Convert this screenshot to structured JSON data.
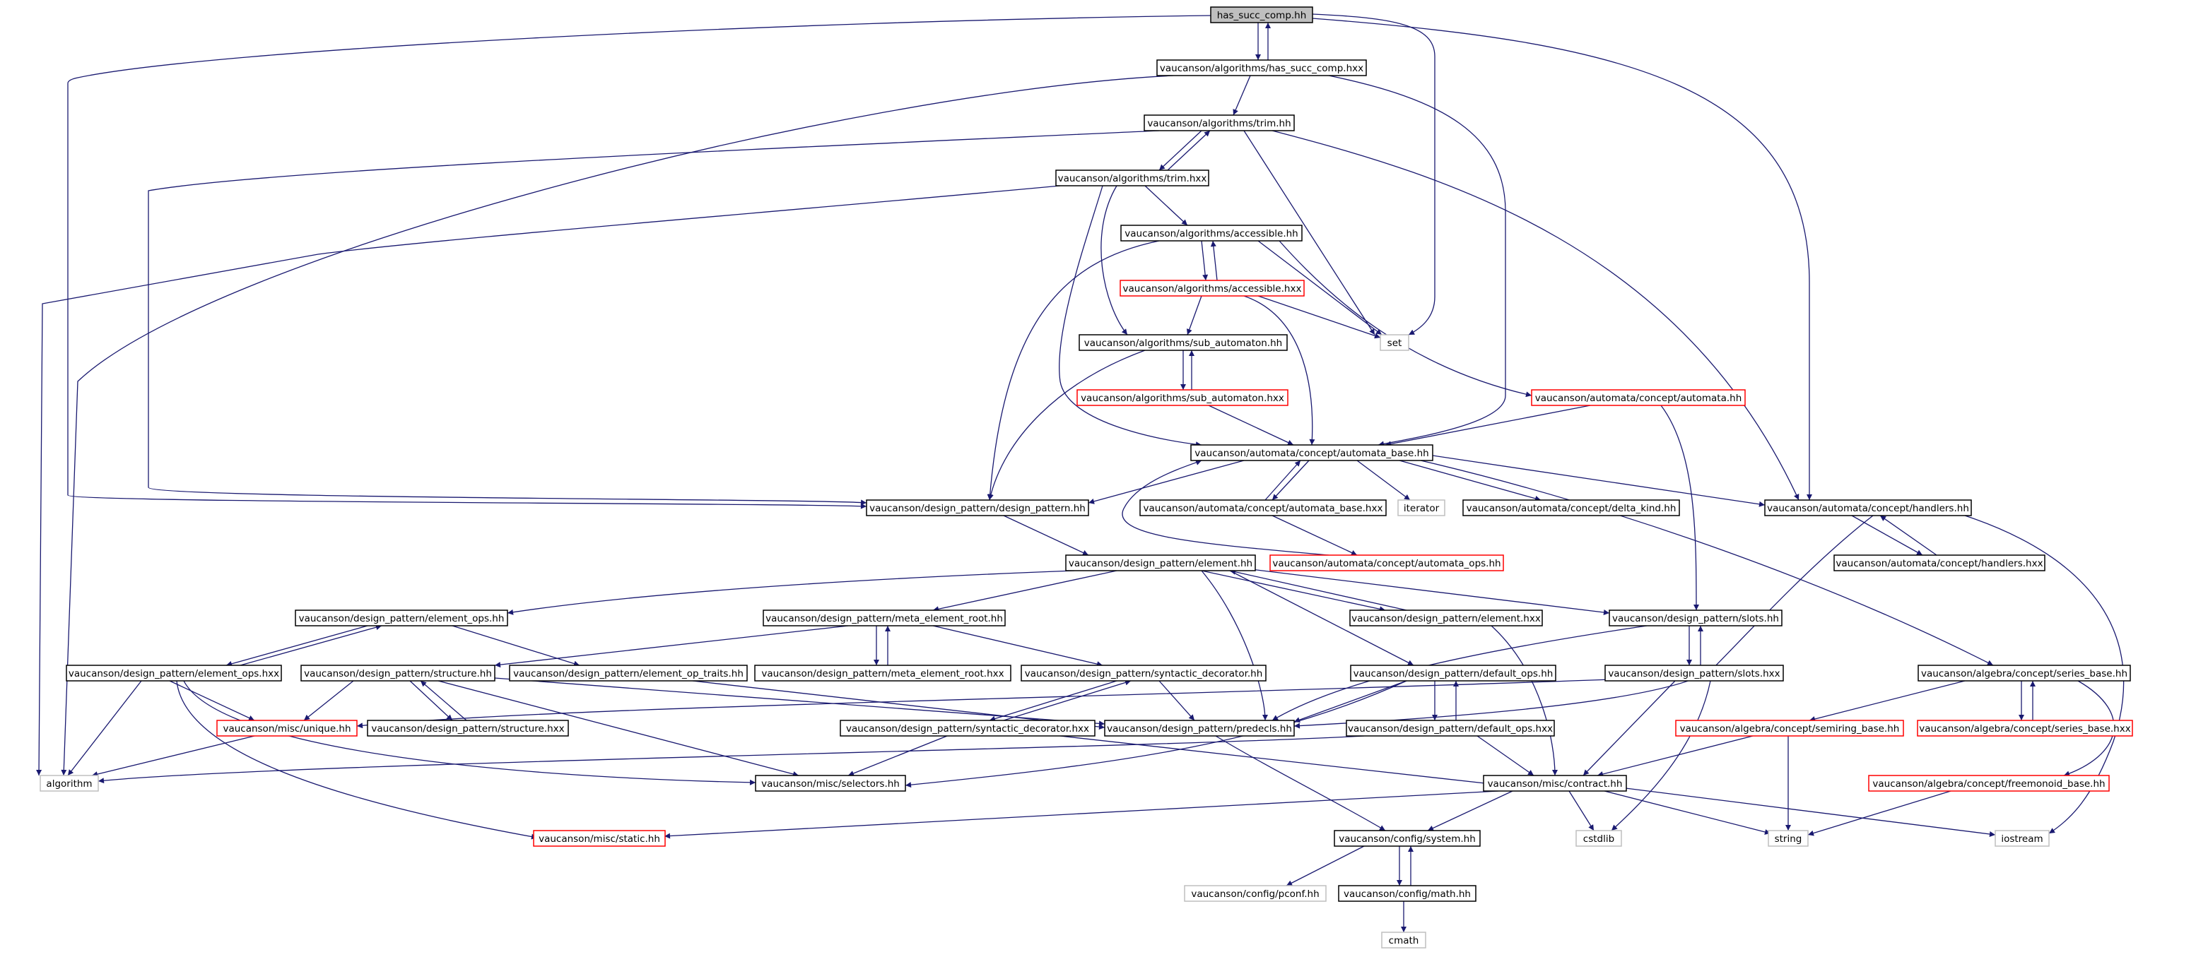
{
  "colors": {
    "edge": "#191970",
    "box_normal": "#000000",
    "box_red": "#ff0000",
    "box_gray": "#bfbfbf",
    "root_fill": "#bfbfbf",
    "text": "#000000"
  },
  "nodes": {
    "n_root": "has_succ_comp.hh",
    "n_hsc_hxx": "vaucanson/algorithms/has_succ_comp.hxx",
    "n_trim_hh": "vaucanson/algorithms/trim.hh",
    "n_trim_hxx": "vaucanson/algorithms/trim.hxx",
    "n_acc_hh": "vaucanson/algorithms/accessible.hh",
    "n_acc_hxx": "vaucanson/algorithms/accessible.hxx",
    "n_set": "set",
    "n_sub_hh": "vaucanson/algorithms/sub_automaton.hh",
    "n_sub_hxx": "vaucanson/algorithms/sub_automaton.hxx",
    "n_automata_hh": "vaucanson/automata/concept/automata.hh",
    "n_ab_hh": "vaucanson/automata/concept/automata_base.hh",
    "n_dp_hh": "vaucanson/design_pattern/design_pattern.hh",
    "n_ab_hxx": "vaucanson/automata/concept/automata_base.hxx",
    "n_iterator": "iterator",
    "n_delta": "vaucanson/automata/concept/delta_kind.hh",
    "n_handlers_hh": "vaucanson/automata/concept/handlers.hh",
    "n_handlers_hxx": "vaucanson/automata/concept/handlers.hxx",
    "n_ops_hh": "vaucanson/automata/concept/automata_ops.hh",
    "n_elem_hh": "vaucanson/design_pattern/element.hh",
    "n_eops_hh": "vaucanson/design_pattern/element_ops.hh",
    "n_mer_hh": "vaucanson/design_pattern/meta_element_root.hh",
    "n_elem_hxx": "vaucanson/design_pattern/element.hxx",
    "n_slots_hh": "vaucanson/design_pattern/slots.hh",
    "n_eops_hxx": "vaucanson/design_pattern/element_ops.hxx",
    "n_struct_hh": "vaucanson/design_pattern/structure.hh",
    "n_eot_hh": "vaucanson/design_pattern/element_op_traits.hh",
    "n_mer_hxx": "vaucanson/design_pattern/meta_element_root.hxx",
    "n_synt_hh": "vaucanson/design_pattern/syntactic_decorator.hh",
    "n_dops_hh": "vaucanson/design_pattern/default_ops.hh",
    "n_slots_hxx": "vaucanson/design_pattern/slots.hxx",
    "n_sb_hh": "vaucanson/algebra/concept/series_base.hh",
    "n_unique": "vaucanson/misc/unique.hh",
    "n_struct_hxx": "vaucanson/design_pattern/structure.hxx",
    "n_synt_hxx": "vaucanson/design_pattern/syntactic_decorator.hxx",
    "n_predecls": "vaucanson/design_pattern/predecls.hh",
    "n_dops_hxx": "vaucanson/design_pattern/default_ops.hxx",
    "n_semi": "vaucanson/algebra/concept/semiring_base.hh",
    "n_sb_hxx": "vaucanson/algebra/concept/series_base.hxx",
    "n_algorithm": "algorithm",
    "n_selectors": "vaucanson/misc/selectors.hh",
    "n_contract": "vaucanson/misc/contract.hh",
    "n_freemon": "vaucanson/algebra/concept/freemonoid_base.hh",
    "n_static": "vaucanson/misc/static.hh",
    "n_system": "vaucanson/config/system.hh",
    "n_cstdlib": "cstdlib",
    "n_string": "string",
    "n_iostream": "iostream",
    "n_pconf": "vaucanson/config/pconf.hh",
    "n_math": "vaucanson/config/math.hh",
    "n_cmath": "cmath"
  }
}
